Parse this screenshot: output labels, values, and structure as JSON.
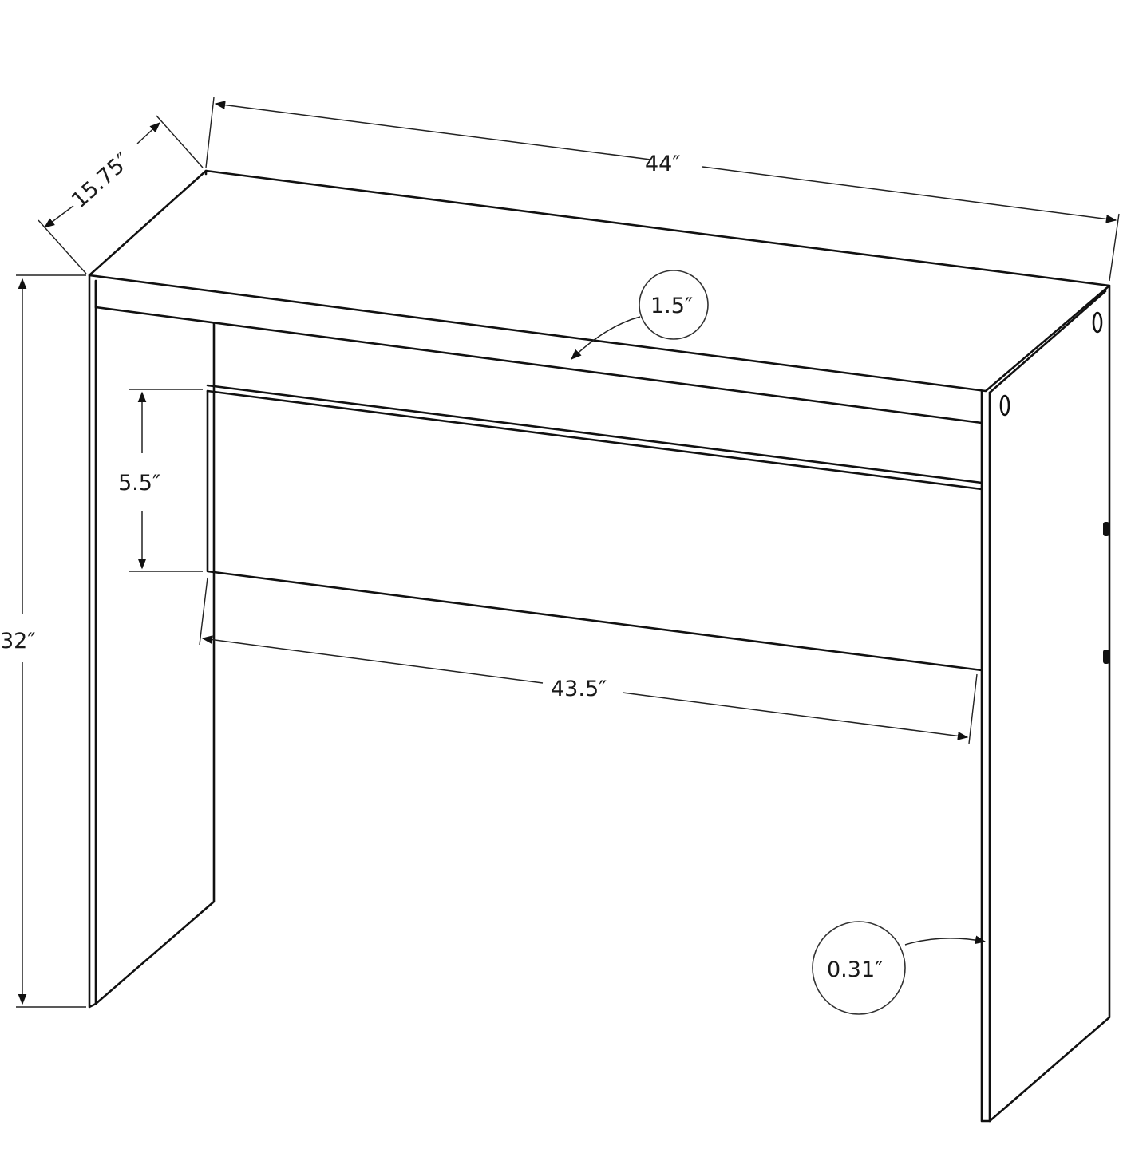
{
  "diagram": {
    "subject": "Console table dimension line drawing",
    "dimensions": {
      "width": "44″",
      "depth": "15.75″",
      "height": "32″",
      "top_thickness": "1.5″",
      "apron_height": "5.5″",
      "inner_width": "43.5″",
      "panel_thickness": "0.31″"
    },
    "colors": {
      "line": "#111111",
      "background": "#ffffff"
    }
  }
}
